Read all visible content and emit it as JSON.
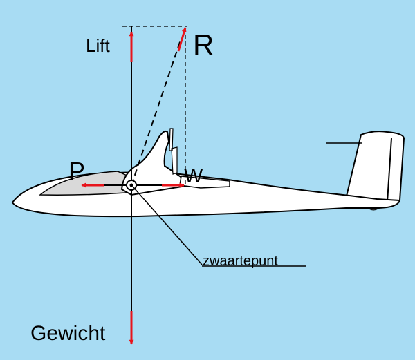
{
  "labels": {
    "lift": "Lift",
    "resultant": "R",
    "drag": "P",
    "weight_component": "W",
    "center_of_gravity": "zwaartepunt",
    "weight": "Gewicht"
  },
  "colors": {
    "background": "#a8dcf3",
    "arrow": "#e8141b",
    "outline": "#000000",
    "fuselage": "#ffffff",
    "canopy": "#d9d9d9"
  }
}
